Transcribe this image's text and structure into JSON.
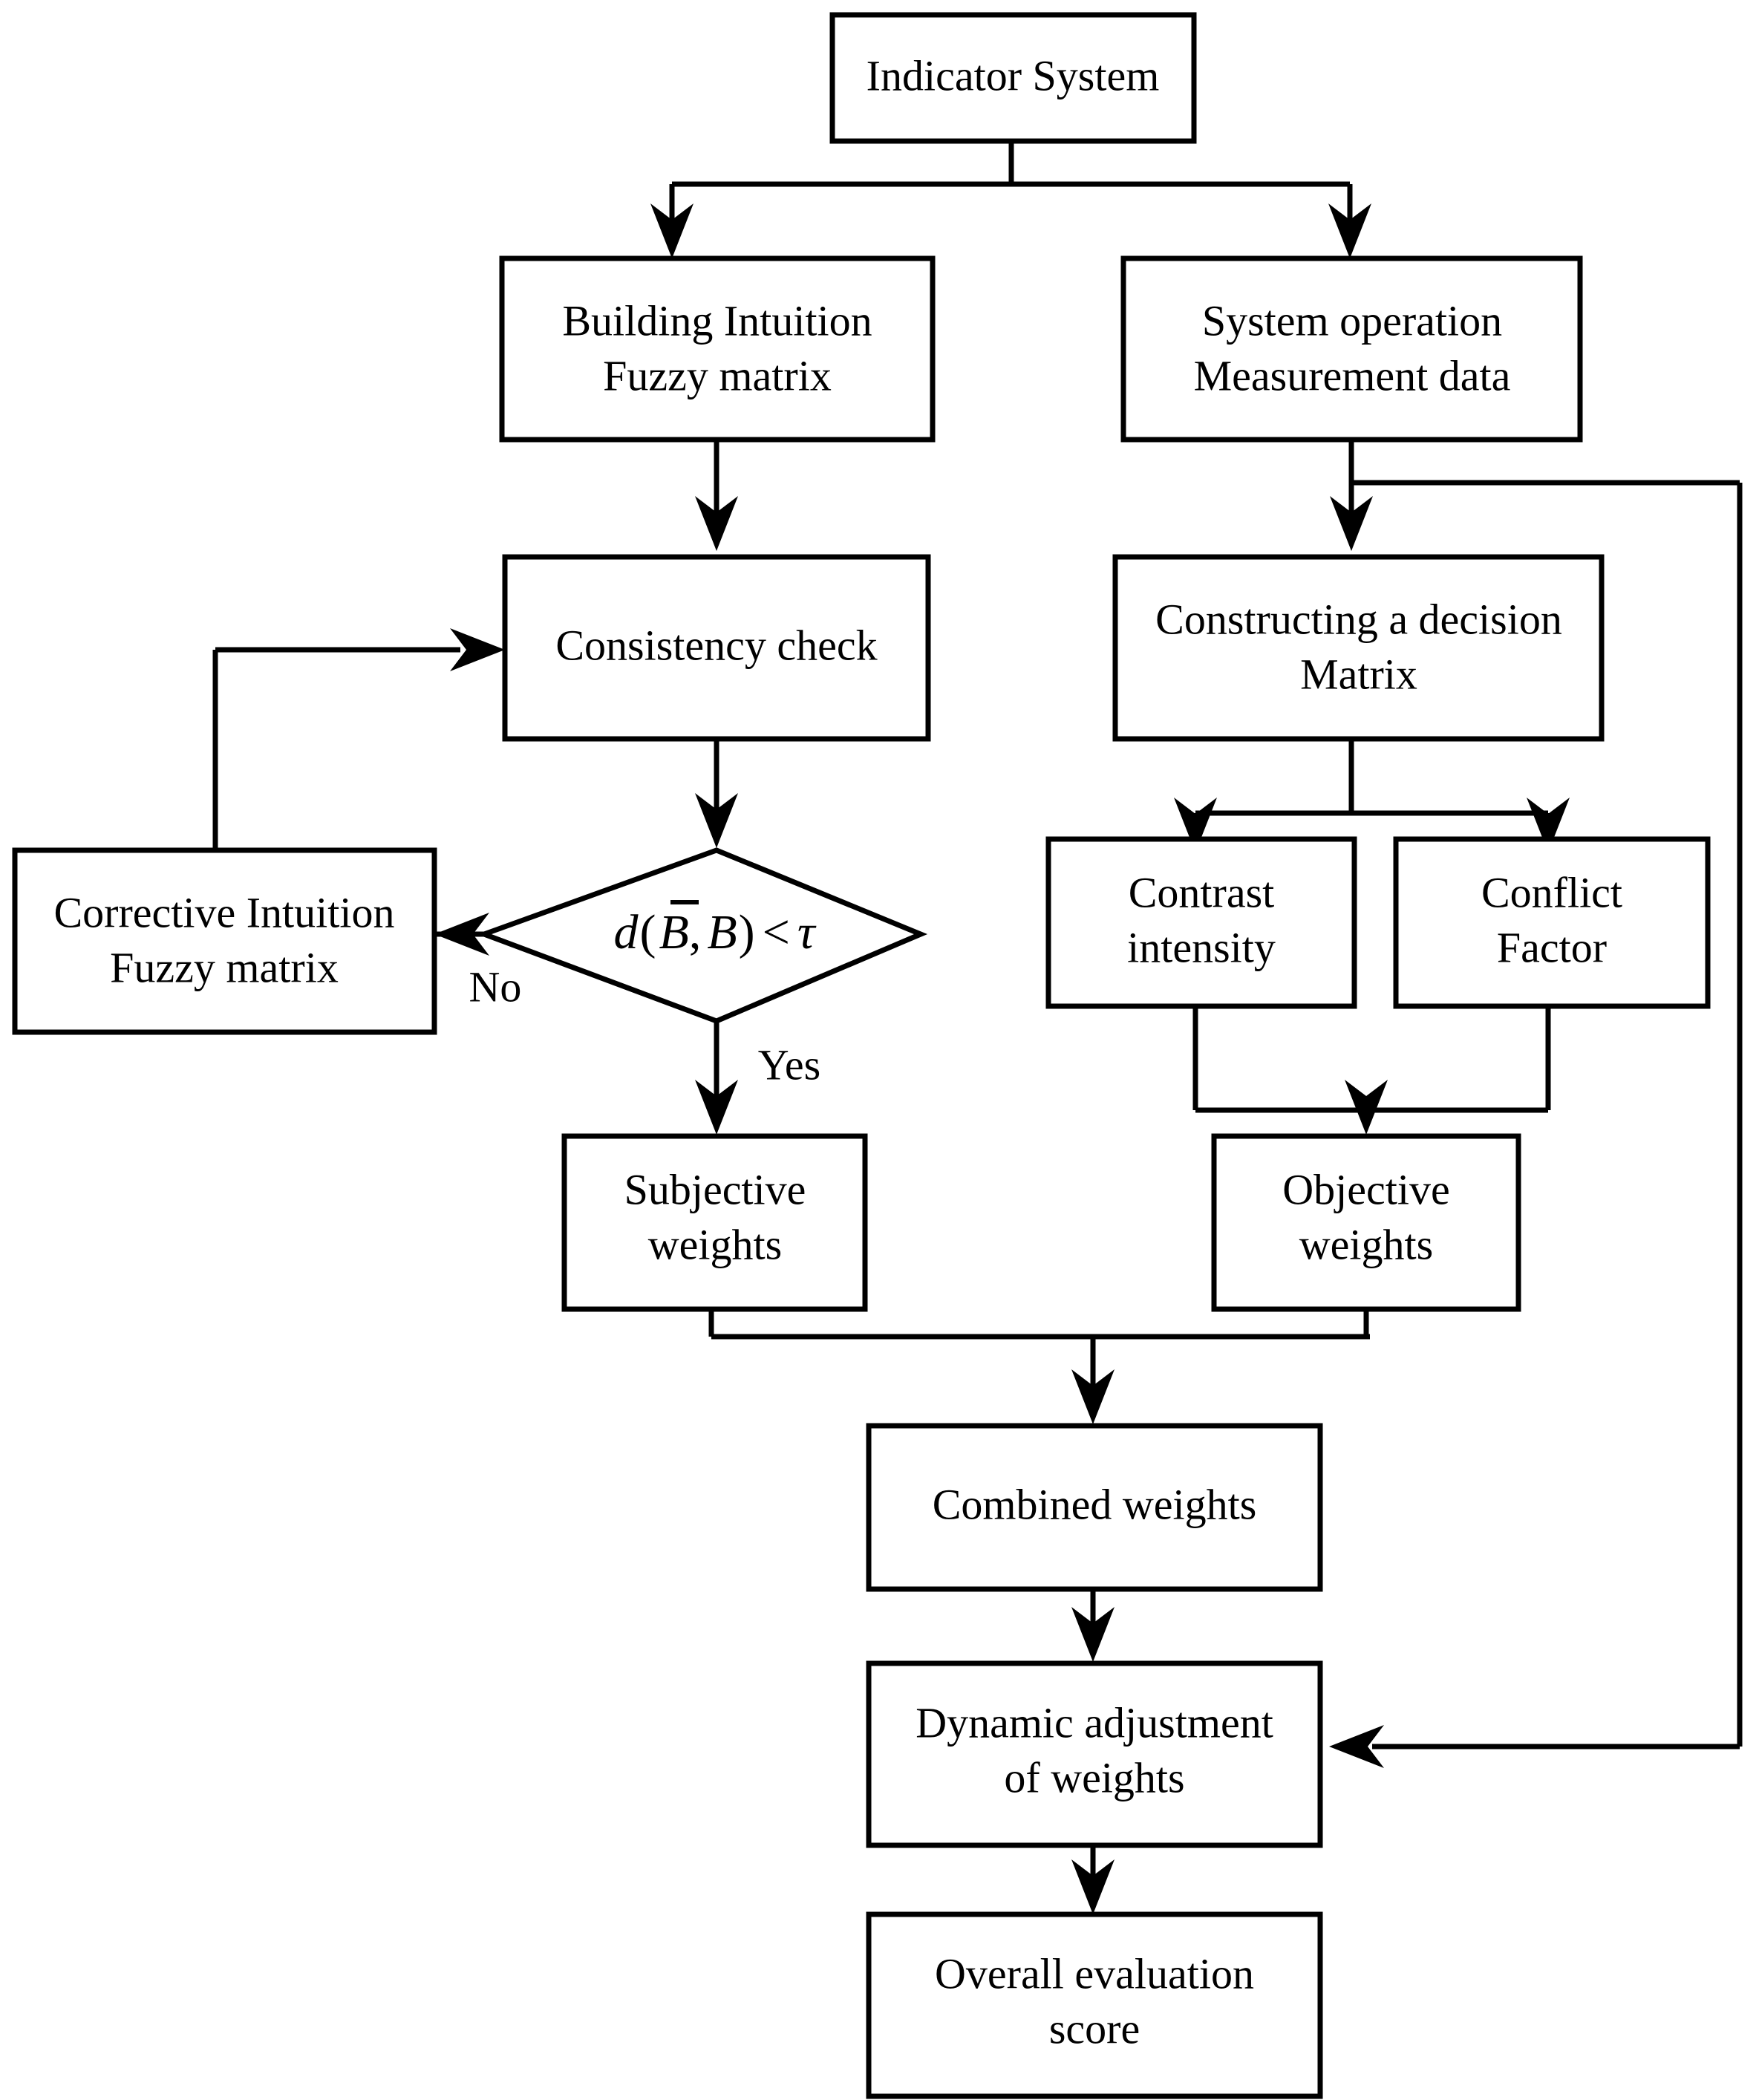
{
  "diagram": {
    "title": "Indicator System weighting and evaluation flowchart",
    "colors": {
      "stroke": "#000000",
      "fill": "#ffffff",
      "text": "#000000"
    },
    "nodes": {
      "indicator_system": {
        "label": "Indicator System",
        "shape": "rect"
      },
      "building_intuition_fuzzy_matrix": {
        "line1": "Building Intuition",
        "line2": "Fuzzy matrix",
        "shape": "rect"
      },
      "system_operation_measurement_data": {
        "line1": "System operation",
        "line2": "Measurement data",
        "shape": "rect"
      },
      "consistency_check": {
        "label": "Consistency check",
        "shape": "rect"
      },
      "constructing_decision_matrix": {
        "line1": "Constructing a decision",
        "line2": "Matrix",
        "shape": "rect"
      },
      "corrective_intuition_fuzzy_matrix": {
        "line1": "Corrective Intuition",
        "line2": "Fuzzy matrix",
        "shape": "rect"
      },
      "decision": {
        "shape": "diamond",
        "formula_plain": "d(B̄, B) < τ",
        "formula_parts": {
          "d": "d",
          "open_paren": "(",
          "b_bar": "B",
          "comma": ",",
          "b": "B",
          "close_paren": ")",
          "lt": "<",
          "tau": "τ"
        }
      },
      "contrast_intensity": {
        "line1": "Contrast",
        "line2": "intensity",
        "shape": "rect"
      },
      "conflict_factor": {
        "line1": "Conflict",
        "line2": "Factor",
        "shape": "rect"
      },
      "subjective_weights": {
        "line1": "Subjective",
        "line2": "weights",
        "shape": "rect"
      },
      "objective_weights": {
        "line1": "Objective",
        "line2": "weights",
        "shape": "rect"
      },
      "combined_weights": {
        "label": "Combined weights",
        "shape": "rect"
      },
      "dynamic_adjustment_of_weights": {
        "line1": "Dynamic adjustment",
        "line2": "of weights",
        "shape": "rect"
      },
      "overall_evaluation_score": {
        "line1": "Overall evaluation",
        "line2": "score",
        "shape": "rect"
      }
    },
    "edge_labels": {
      "no": "No",
      "yes": "Yes"
    }
  }
}
